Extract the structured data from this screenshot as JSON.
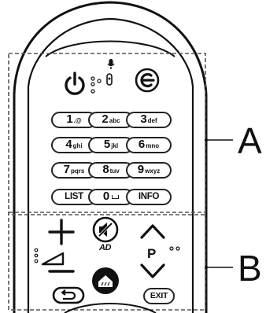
{
  "callouts": {
    "a": "A",
    "b": "B"
  },
  "keypad": [
    {
      "num": "1",
      "sub": ".@"
    },
    {
      "num": "2",
      "sub": "abc"
    },
    {
      "num": "3",
      "sub": "def"
    },
    {
      "num": "4",
      "sub": "ghi"
    },
    {
      "num": "5",
      "sub": "jkl"
    },
    {
      "num": "6",
      "sub": "mno"
    },
    {
      "num": "7",
      "sub": "pqrs"
    },
    {
      "num": "8",
      "sub": "tuv"
    },
    {
      "num": "9",
      "sub": "wxyz"
    }
  ],
  "bottom_row": {
    "list": "LIST",
    "zero": "0",
    "info": "INFO"
  },
  "labels": {
    "channel": "P",
    "audio_description": "AD",
    "exit": "EXIT"
  },
  "icons": {
    "power": "power-icon",
    "voice": "microphone-icon",
    "input": "input-source-icon",
    "volume_up": "plus-icon",
    "volume_down": "minus-icon",
    "mute": "mute-icon",
    "home": "home-icon",
    "back": "back-arrow-icon",
    "channel_up": "chevron-up-icon",
    "channel_down": "chevron-down-icon"
  }
}
